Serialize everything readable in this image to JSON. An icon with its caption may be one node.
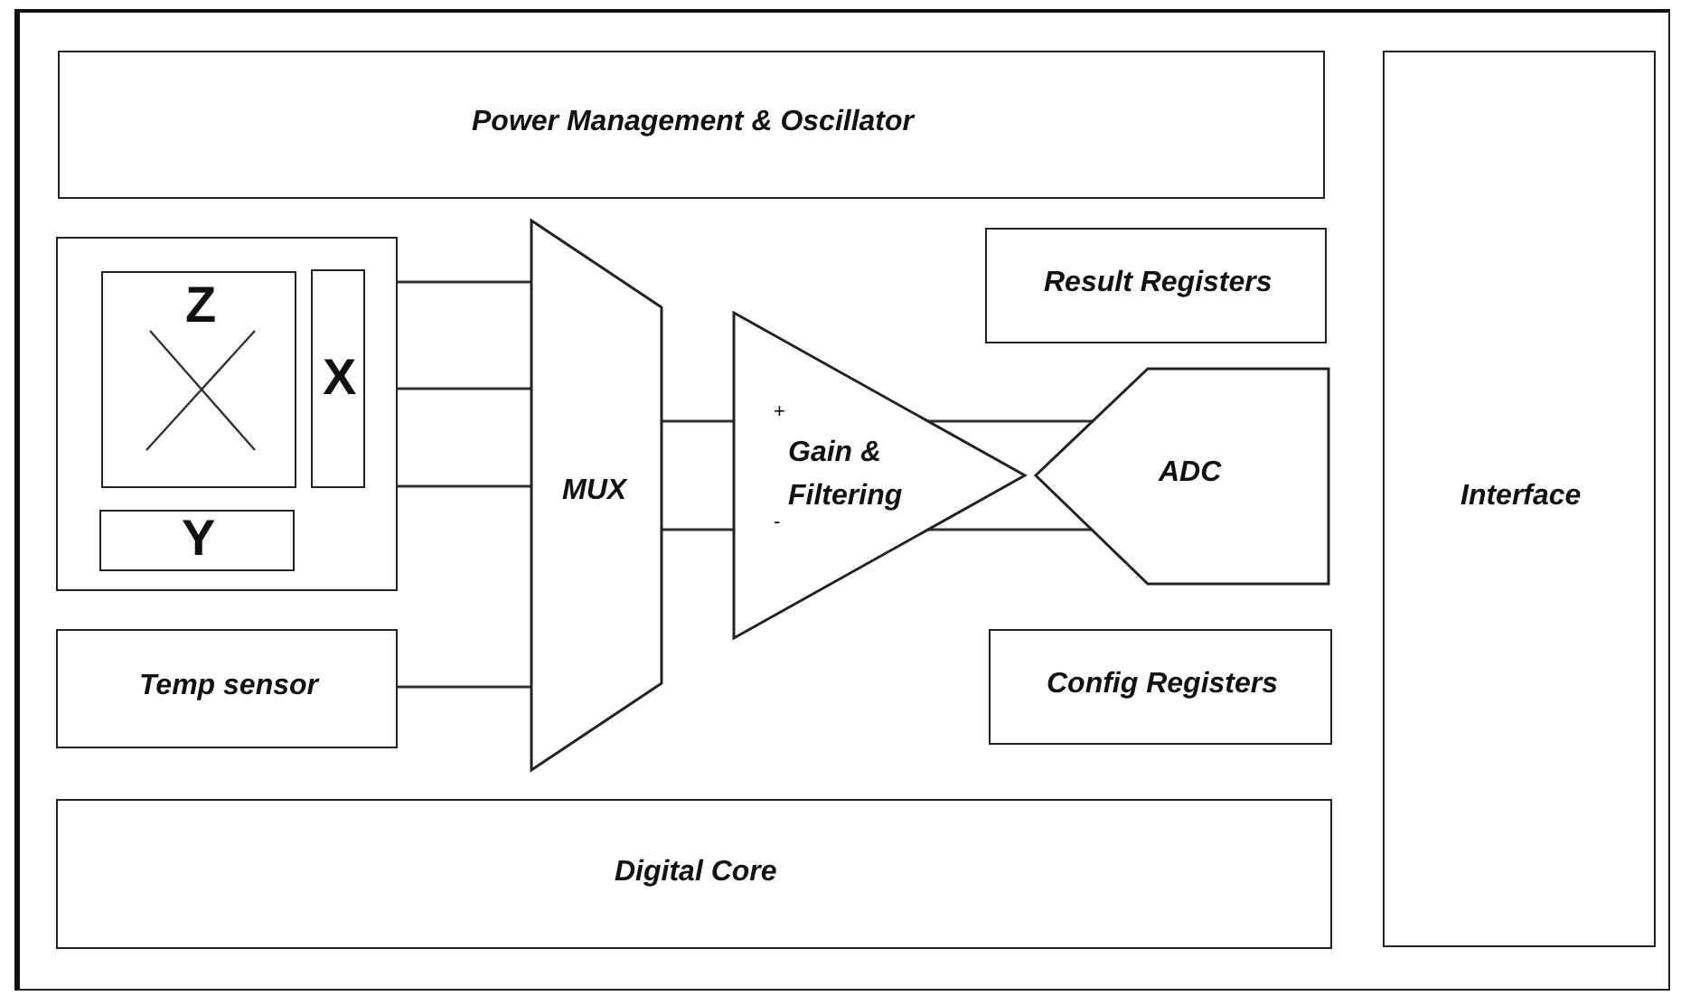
{
  "diagram": {
    "nodes": [
      {
        "text": [
          "Power Management & Oscillator"
        ]
      },
      {
        "text": [],
        "shape": "box"
      },
      {
        "text": [
          "Z"
        ],
        "in": 1
      },
      {
        "text": [
          "X"
        ],
        "in": 1
      },
      {
        "text": [
          "Y"
        ],
        "in": 1
      },
      {
        "text": [
          "Temp sensor"
        ]
      },
      {
        "text": [
          "MUX"
        ]
      },
      {
        "text": [
          "Gain & Filtering"
        ]
      },
      {
        "text": [
          "Result Registers"
        ]
      },
      {
        "text": [
          "ADC"
        ]
      },
      {
        "text": [
          "Config Registers"
        ]
      },
      {
        "text": [
          "Digital Core"
        ]
      },
      {
        "text": [
          "Interface"
        ]
      }
    ],
    "edges": [
      {
        "from": 1,
        "to": 6,
        "arrow": "none"
      },
      {
        "from": 1,
        "to": 6,
        "arrow": "none"
      },
      {
        "from": 1,
        "to": 6,
        "arrow": "none"
      },
      {
        "from": 5,
        "to": 6,
        "arrow": "none"
      },
      {
        "from": 6,
        "to": 7,
        "arrow": "none"
      },
      {
        "from": 6,
        "to": 7,
        "arrow": "none"
      },
      {
        "from": 7,
        "to": 9,
        "arrow": "none"
      },
      {
        "from": 7,
        "to": 9,
        "arrow": "none"
      }
    ],
    "labels": [
      "+",
      "-"
    ]
  }
}
